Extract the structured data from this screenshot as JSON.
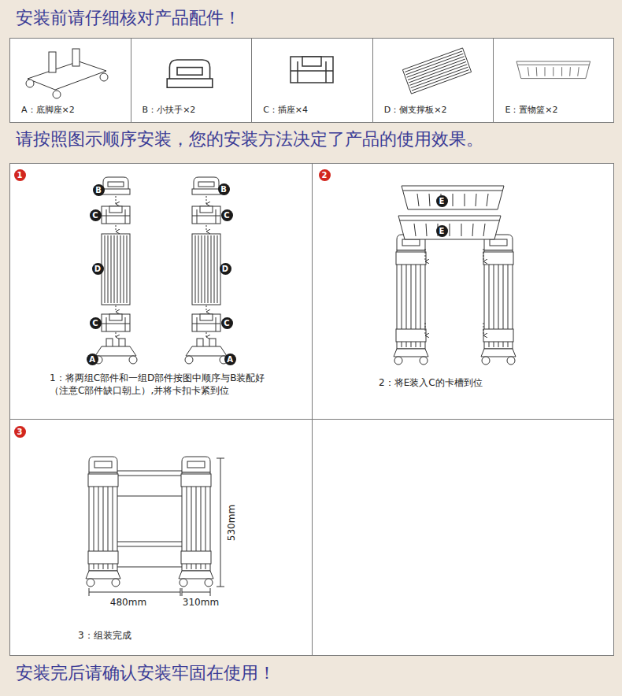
{
  "diagram": {
    "title": "安装前请仔细核对产品配件！",
    "caption": "安装完后请确认安装牢固在使用！",
    "nodes": [
      {
        "text": [
          "A：底脚座×2"
        ]
      },
      {
        "text": [
          "B：小扶手×2"
        ]
      },
      {
        "text": [
          "C：插座×4"
        ]
      },
      {
        "text": [
          "D：侧支撑板×2"
        ]
      },
      {
        "text": [
          "E：置物篮×2"
        ]
      },
      {
        "text": [
          "1：将两组C部件和一组D部件按图中顺序与B装配好（注意C部件缺口朝上）,并将卡扣卡紧到位"
        ]
      },
      {
        "text": [
          "2：将E装入C的卡槽到位"
        ]
      },
      {
        "text": [
          "3：组装完成"
        ]
      }
    ],
    "labels": [
      "请按照图示顺序安装，您的安装方法决定了产品的使用效果。",
      "1",
      "B",
      "C",
      "D",
      "C",
      "A",
      "B",
      "C",
      "D",
      "C",
      "A",
      "2",
      "E",
      "E",
      "3",
      "530mm",
      "480mm",
      "310mm"
    ]
  }
}
